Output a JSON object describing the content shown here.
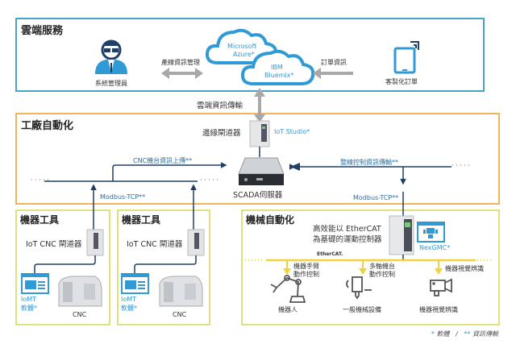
{
  "sections": {
    "cloud": {
      "title": "雲端服務"
    },
    "factory": {
      "title": "工廠自動化"
    },
    "machine_tool_1": {
      "title": "機器工具"
    },
    "machine_tool_2": {
      "title": "機器工具"
    },
    "machine_automation": {
      "title": "機械自動化"
    }
  },
  "cloud": {
    "admin_label": "系統管理員",
    "admin_link_label": "產線資訊管理",
    "azure_line1": "Microsoft",
    "azure_line2": "Azure*",
    "ibm_line1": "IBM",
    "ibm_line2": "Bluemix*",
    "order_link_label": "訂單資訊",
    "customer_label": "客製化訂單"
  },
  "factory": {
    "cloud_transfer_label": "雲端資訊傳輸",
    "edge_gateway_label": "邊緣閘道器",
    "iot_studio_label": "IoT Studio*",
    "cnc_upload_label": "CNC機台資訊上傳**",
    "line_control_label": "整線控制資訊傳輸**",
    "scada_label": "SCADA伺服器",
    "modbus_left": "Modbus-TCP**",
    "modbus_right": "Modbus-TCP**",
    "dots": "· · · · ·"
  },
  "machine_tools": [
    {
      "gateway_label": "IoT CNC 閘道器",
      "iomt_line1": "IoMT",
      "iomt_line2": "軟體*",
      "cnc_label": "CNC"
    },
    {
      "gateway_label": "IoT CNC 閘道器",
      "iomt_line1": "IoMT",
      "iomt_line2": "軟體*",
      "cnc_label": "CNC"
    }
  ],
  "machine_automation": {
    "controller_line1": "高效能以  EtherCAT",
    "controller_line2": "為基礎的運動控制器",
    "nexgmc_label": "NexGMC*",
    "ethercat_logo": "EtherCAT.",
    "arrows": [
      {
        "line1": "機器手臂",
        "line2": "動作控制"
      },
      {
        "line1": "多軸機台",
        "line2": "動作控制"
      },
      {
        "line1": "機器視覺辨識",
        "line2": ""
      }
    ],
    "devices": [
      {
        "label": "機器人",
        "icon": "robot-arm-icon"
      },
      {
        "label": "一般機械設備",
        "icon": "spindle-icon"
      },
      {
        "label": "機器視覺辨識",
        "icon": "camera-icon"
      }
    ]
  },
  "legend": {
    "software_mark": "*",
    "software_label": "軟體",
    "separator": "/",
    "transfer_mark": "**",
    "transfer_label": "資訊傳輸"
  },
  "colors": {
    "cloud_border": "#4aa3c8",
    "factory_border": "#f0b45a",
    "machine_border": "#e2e07a",
    "navy_line": "#1f3f66",
    "cloud_blue": "#2f9ad6",
    "gray_arrow": "#a8a8a8",
    "yellow_bus": "#f2d23a"
  }
}
